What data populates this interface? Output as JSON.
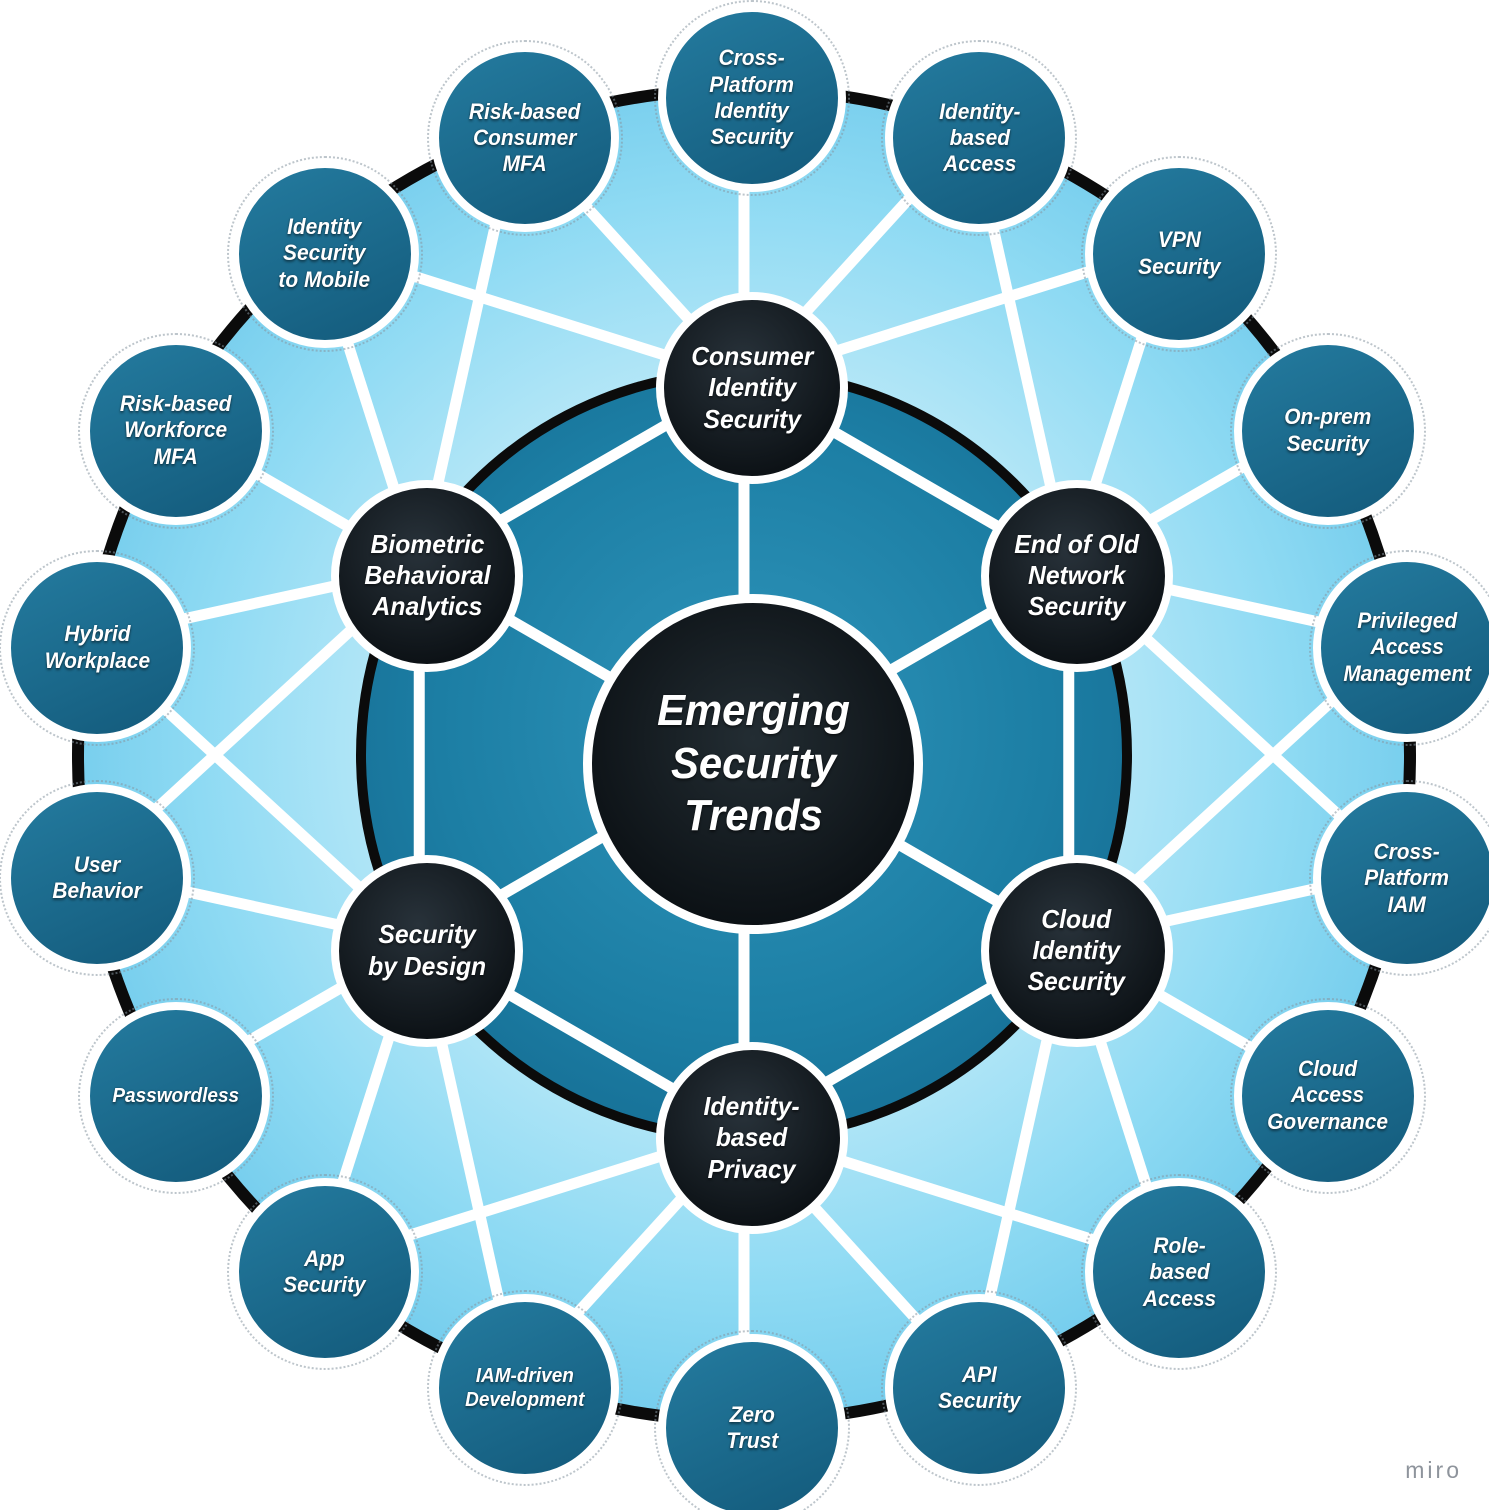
{
  "center": {
    "label": "Emerging\nSecurity\nTrends"
  },
  "hubs": [
    {
      "label": "Consumer\nIdentity\nSecurity"
    },
    {
      "label": "End of Old\nNetwork\nSecurity"
    },
    {
      "label": "Cloud\nIdentity\nSecurity"
    },
    {
      "label": "Identity-\nbased\nPrivacy"
    },
    {
      "label": "Security\nby Design"
    },
    {
      "label": "Biometric\nBehavioral\nAnalytics"
    }
  ],
  "satellites": [
    {
      "label": "Cross-\nPlatform\nIdentity\nSecurity"
    },
    {
      "label": "Identity-\nbased\nAccess"
    },
    {
      "label": "VPN\nSecurity"
    },
    {
      "label": "On-prem\nSecurity"
    },
    {
      "label": "Privileged\nAccess\nManagement"
    },
    {
      "label": "Cross-\nPlatform\nIAM"
    },
    {
      "label": "Cloud\nAccess\nGovernance"
    },
    {
      "label": "Role-\nbased\nAccess"
    },
    {
      "label": "API\nSecurity"
    },
    {
      "label": "Zero\nTrust"
    },
    {
      "label": "IAM-driven\nDevelopment"
    },
    {
      "label": "App\nSecurity"
    },
    {
      "label": "Passwordless"
    },
    {
      "label": "User\nBehavior"
    },
    {
      "label": "Hybrid\nWorkplace"
    },
    {
      "label": "Risk-based\nWorkforce\nMFA"
    },
    {
      "label": "Identity\nSecurity\nto Mobile"
    },
    {
      "label": "Risk-based\nConsumer\nMFA"
    }
  ],
  "watermark": "miro",
  "colors": {
    "ring_fill_inner": "#8edaf3",
    "ring_fill_outer": "#45b4e1",
    "ring_border": "#0b0b0b",
    "core_fill_center": "#2f95bb",
    "core_fill_edge": "#12638a",
    "node_black": "#0b1014",
    "satellite_top": "#247b9f",
    "satellite_bottom": "#135a7b",
    "connector": "#ffffff",
    "text": "#ffffff",
    "watermark_color": "#8e949c"
  }
}
